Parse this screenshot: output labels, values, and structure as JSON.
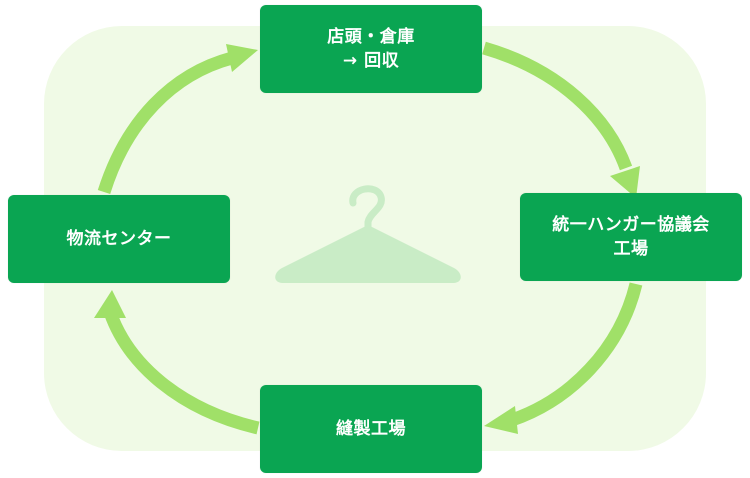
{
  "diagram": {
    "nodes": {
      "store": {
        "line1": "店頭・倉庫",
        "line2": "→ 回収"
      },
      "assoc": {
        "line1": "統一ハンガー協議会",
        "line2": "工場"
      },
      "sewing": {
        "line1": "縫製工場"
      },
      "logistics": {
        "line1": "物流センター"
      }
    },
    "colors": {
      "node_fill": "#0aa552",
      "node_text": "#ffffff",
      "arrow": "#a0e068",
      "panel": "#f0fae6",
      "hanger": "#c9ecc6"
    },
    "icons": {
      "center": "hanger-icon"
    },
    "flow": [
      "store",
      "assoc",
      "sewing",
      "logistics",
      "store"
    ]
  }
}
